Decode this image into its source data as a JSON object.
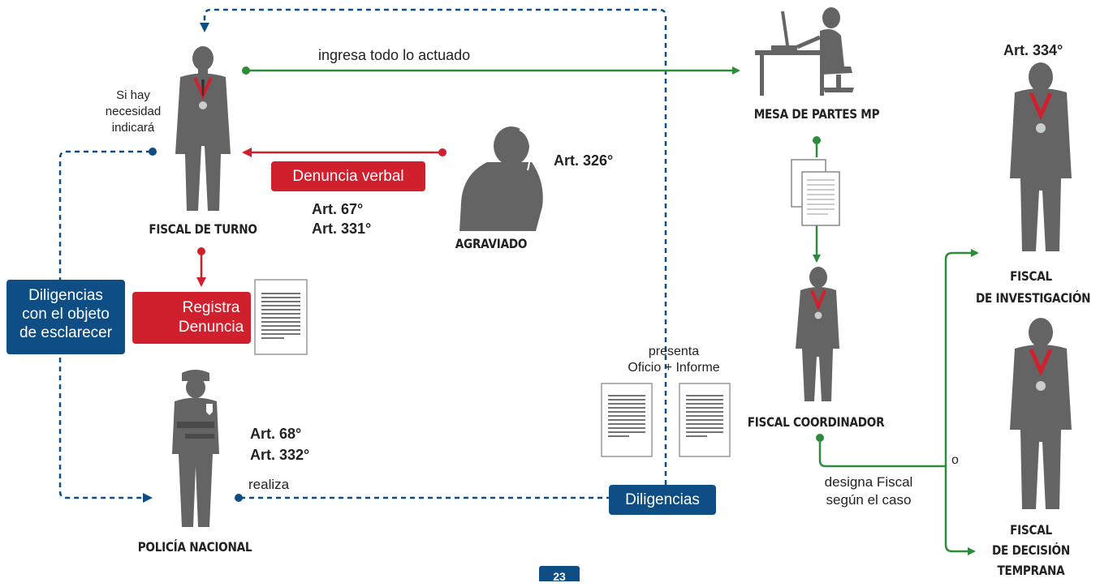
{
  "nodes": {
    "fiscal_turno": "FISCAL DE TURNO",
    "agraviado": "AGRAVIADO",
    "mesa_partes": "MESA DE PARTES MP",
    "policia": "POLICÍA NACIONAL",
    "fiscal_coordinador": "FISCAL COORDINADOR",
    "fiscal_investigacion_1": "FISCAL",
    "fiscal_investigacion_2": "DE INVESTIGACIÓN",
    "fiscal_decision_1": "FISCAL",
    "fiscal_decision_2": "DE DECISIÓN",
    "fiscal_decision_3": "TEMPRANA"
  },
  "articles": {
    "agraviado": "Art. 326°",
    "denuncia_1": "Art. 67°",
    "denuncia_2": "Art. 331°",
    "policia_1": "Art. 68°",
    "policia_2": "Art. 332°",
    "investigacion": "Art. 334°"
  },
  "labels": {
    "ingresa": "ingresa todo lo actuado",
    "si_hay_1": "Si hay",
    "si_hay_2": "necesidad",
    "si_hay_3": "indicará",
    "realiza": "realiza",
    "presenta_1": "presenta",
    "presenta_2": "Oficio + Informe",
    "designa_1": "designa Fiscal",
    "designa_2": "según el caso",
    "o": "o"
  },
  "boxes": {
    "denuncia_verbal": "Denuncia verbal",
    "registra_1": "Registra",
    "registra_2": "Denuncia",
    "diligencias_objeto_1": "Diligencias",
    "diligencias_objeto_2": "con el objeto",
    "diligencias_objeto_3": "de esclarecer",
    "diligencias": "Diligencias"
  },
  "page_number": "23",
  "colors": {
    "red": "#d0202e",
    "blue": "#0e4e85",
    "green": "#2e8b3a",
    "figure": "#646464"
  }
}
